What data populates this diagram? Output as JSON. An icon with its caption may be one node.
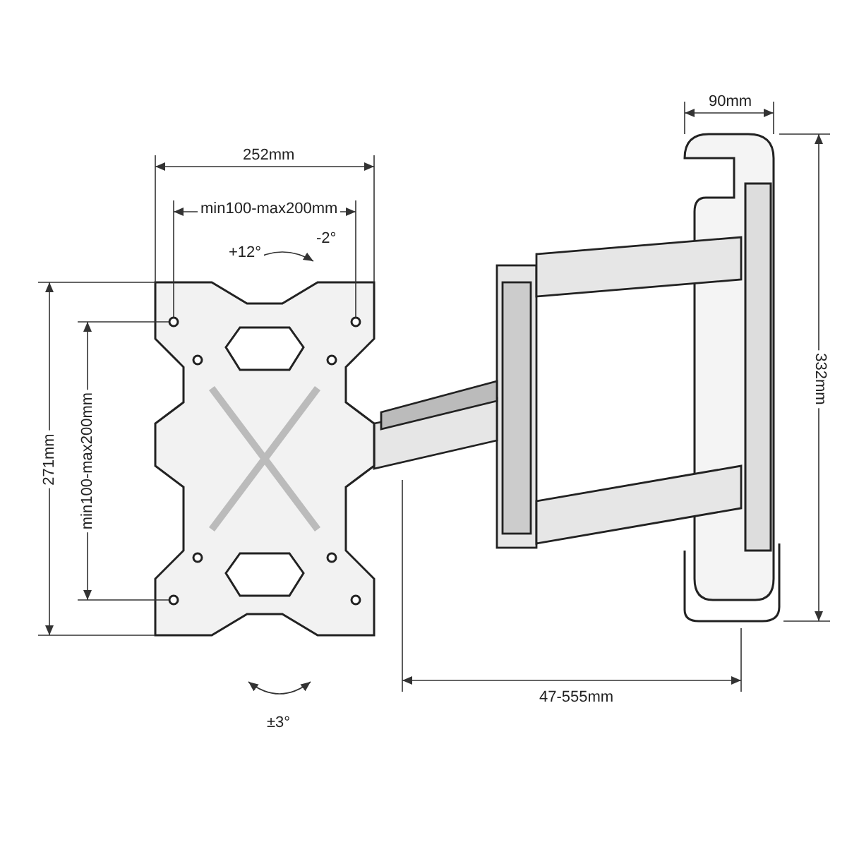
{
  "diagram": {
    "labels": [
      "90mm",
      "252mm",
      "min100-max200mm",
      "+12°",
      "-2°",
      "332mm",
      "271mm",
      "min100-max200mm",
      "47-555mm",
      "±3°"
    ]
  }
}
